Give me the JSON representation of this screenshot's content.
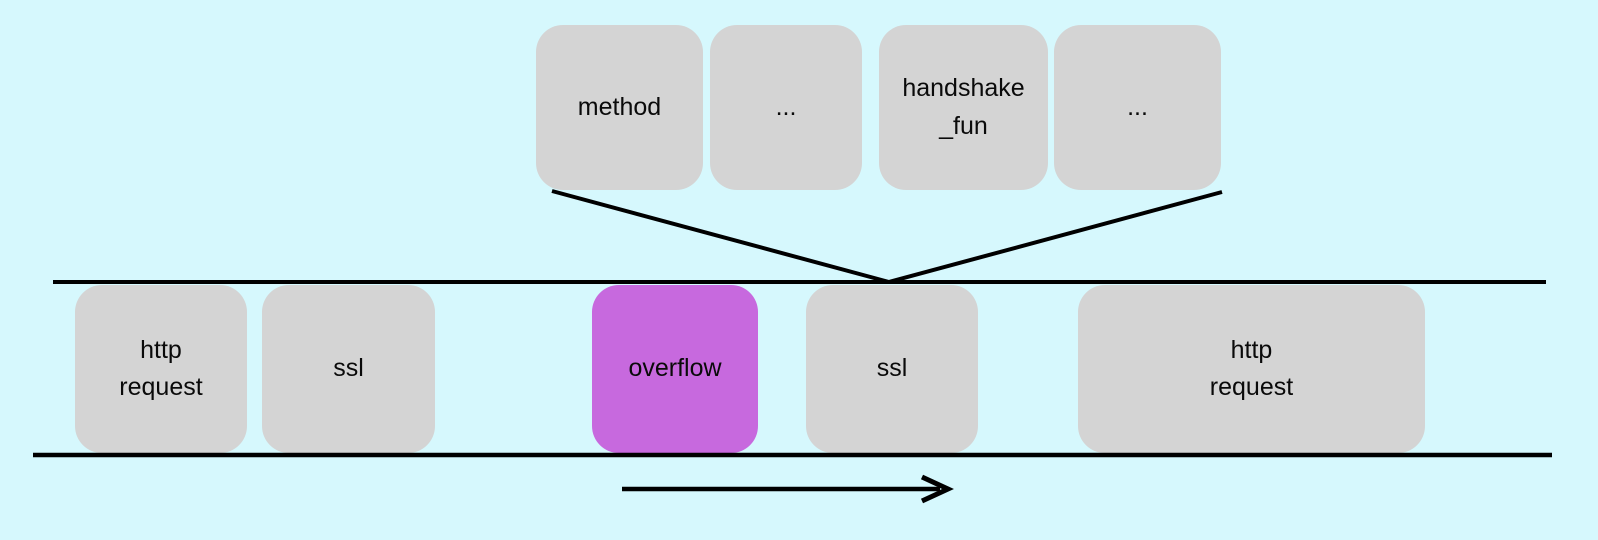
{
  "colors": {
    "background": "#d6f8fd",
    "box": "#d4d4d4",
    "overflow_box": "#c769de",
    "line": "#000000",
    "text": "#0a0a0a"
  },
  "detail_row": {
    "description": "expanded contents of the ssl record",
    "boxes": [
      {
        "label": "method"
      },
      {
        "label": "..."
      },
      {
        "label": "handshake\n_fun"
      },
      {
        "label": "..."
      }
    ]
  },
  "stream_row": {
    "description": "memory / packet stream between two track lines",
    "boxes": [
      {
        "label": "http\nrequest",
        "highlighted": false
      },
      {
        "label": "ssl",
        "highlighted": false
      },
      {
        "label": "overflow",
        "highlighted": true
      },
      {
        "label": "ssl",
        "highlighted": false
      },
      {
        "label": "http\nrequest",
        "highlighted": false
      }
    ]
  },
  "arrow": {
    "direction": "right"
  }
}
